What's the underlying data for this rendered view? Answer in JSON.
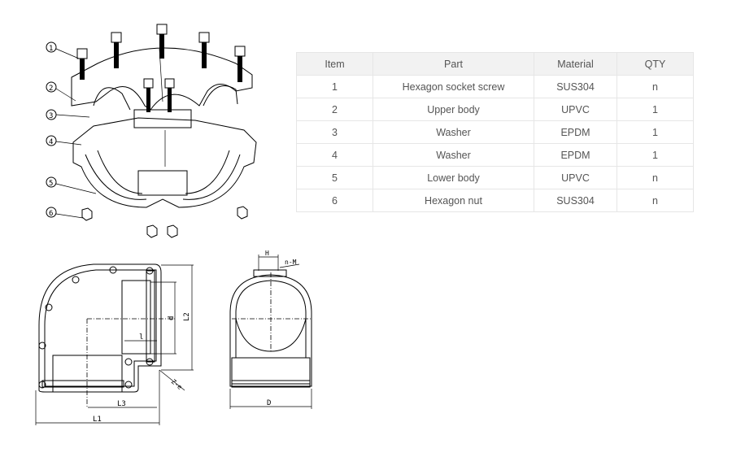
{
  "exploded_view": {
    "callouts": [
      "1",
      "2",
      "3",
      "4",
      "5",
      "6"
    ]
  },
  "parts_table": {
    "headers": [
      "Item",
      "Part",
      "Material",
      "QTY"
    ],
    "rows": [
      {
        "item": "1",
        "part": "Hexagon socket screw",
        "material": "SUS304",
        "qty": "n"
      },
      {
        "item": "2",
        "part": "Upper body",
        "material": "UPVC",
        "qty": "1"
      },
      {
        "item": "3",
        "part": "Washer",
        "material": "EPDM",
        "qty": "1"
      },
      {
        "item": "4",
        "part": "Washer",
        "material": "EPDM",
        "qty": "1"
      },
      {
        "item": "5",
        "part": "Lower body",
        "material": "UPVC",
        "qty": "n"
      },
      {
        "item": "6",
        "part": "Hexagon nut",
        "material": "SUS304",
        "qty": "n"
      }
    ]
  },
  "dimension_labels": {
    "front": {
      "l1": "L1",
      "l2": "L2",
      "l3": "L3",
      "d": "d",
      "l": "l",
      "r": "Z-e"
    },
    "side": {
      "h": "H",
      "nm": "n-M",
      "D": "D"
    }
  }
}
